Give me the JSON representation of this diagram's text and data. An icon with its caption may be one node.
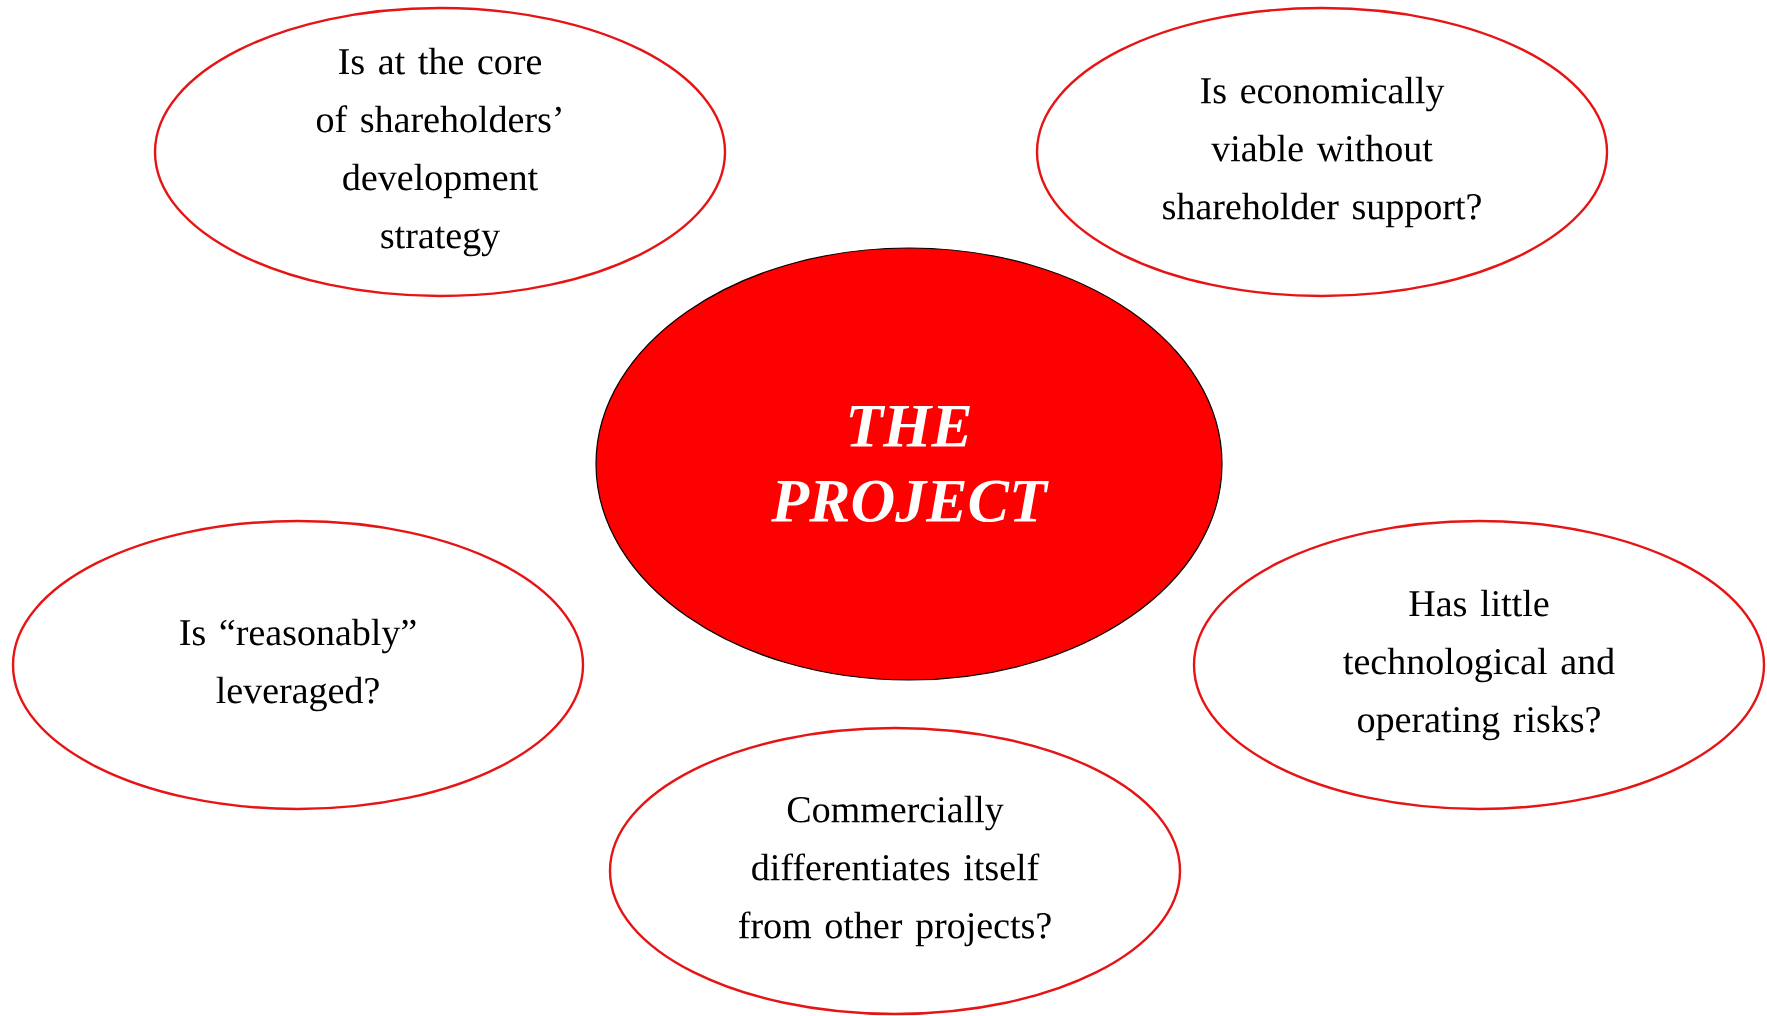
{
  "diagram": {
    "nodes": [
      {
        "text": [
          "THE PROJECT"
        ]
      },
      {
        "text": [
          "Is at the core of shareholders’ development strategy"
        ]
      },
      {
        "text": [
          "Is economically viable without shareholder support?"
        ]
      },
      {
        "text": [
          "Is “reasonably” leveraged?"
        ]
      },
      {
        "text": [
          "Has little technological and operating risks?"
        ]
      },
      {
        "text": [
          "Commercially differentiates itself from other projects?"
        ]
      }
    ]
  }
}
